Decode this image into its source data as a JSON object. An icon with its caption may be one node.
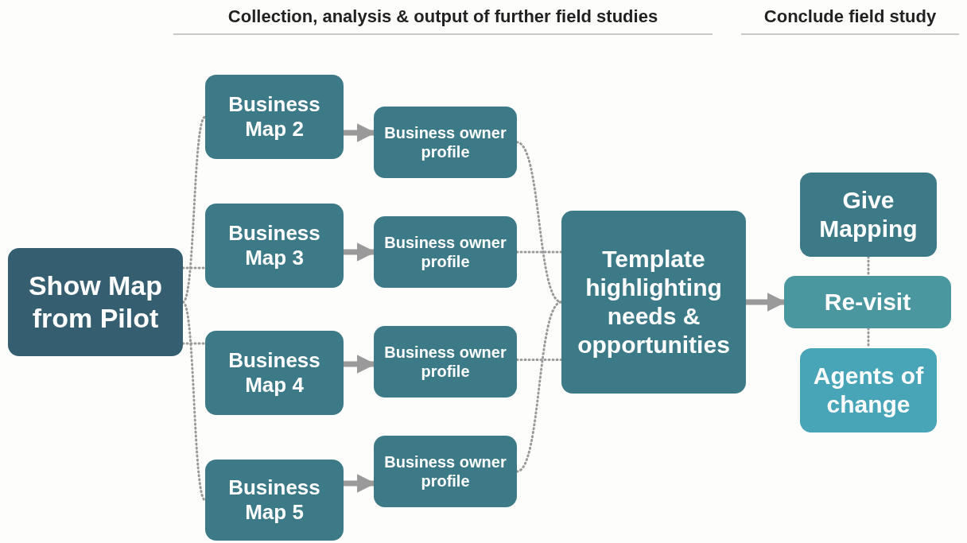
{
  "diagram": {
    "nodes": [
      {
        "text": [
          "Show Map from Pilot"
        ]
      },
      {
        "text": [
          "Business Map 2"
        ]
      },
      {
        "text": [
          "Business owner profile"
        ]
      },
      {
        "text": [
          "Business Map 3"
        ]
      },
      {
        "text": [
          "Business owner profile"
        ]
      },
      {
        "text": [
          "Business Map 4"
        ]
      },
      {
        "text": [
          "Business owner profile"
        ]
      },
      {
        "text": [
          "Business Map 5"
        ]
      },
      {
        "text": [
          "Business owner profile"
        ]
      },
      {
        "text": [
          "Template highlighting needs & opportunities"
        ]
      },
      {
        "text": [
          "Give Mapping"
        ]
      },
      {
        "text": [
          "Re-visit"
        ]
      },
      {
        "text": [
          "Agents of change"
        ]
      }
    ],
    "edges": [
      {
        "from": 0,
        "to": 1,
        "arrow": "none",
        "style": "dashed"
      },
      {
        "from": 0,
        "to": 3,
        "arrow": "none",
        "style": "dashed"
      },
      {
        "from": 0,
        "to": 5,
        "arrow": "none",
        "style": "dashed"
      },
      {
        "from": 0,
        "to": 7,
        "arrow": "none",
        "style": "dashed"
      },
      {
        "from": 1,
        "to": 2,
        "arrow": "to",
        "style": "thick"
      },
      {
        "from": 3,
        "to": 4,
        "arrow": "to",
        "style": "thick"
      },
      {
        "from": 5,
        "to": 6,
        "arrow": "to",
        "style": "thick"
      },
      {
        "from": 7,
        "to": 8,
        "arrow": "to",
        "style": "thick"
      },
      {
        "from": 2,
        "to": 9,
        "arrow": "none",
        "style": "dashed"
      },
      {
        "from": 4,
        "to": 9,
        "arrow": "none",
        "style": "dashed"
      },
      {
        "from": 6,
        "to": 9,
        "arrow": "none",
        "style": "dashed"
      },
      {
        "from": 8,
        "to": 9,
        "arrow": "none",
        "style": "dashed"
      },
      {
        "from": 9,
        "to": 11,
        "arrow": "to",
        "style": "thick"
      },
      {
        "from": 10,
        "to": 11,
        "arrow": "none",
        "style": "dashed"
      },
      {
        "from": 11,
        "to": 12,
        "arrow": "none",
        "style": "dashed"
      }
    ],
    "labels": [
      "Collection, analysis & output of further field studies",
      "Conclude field study"
    ]
  }
}
